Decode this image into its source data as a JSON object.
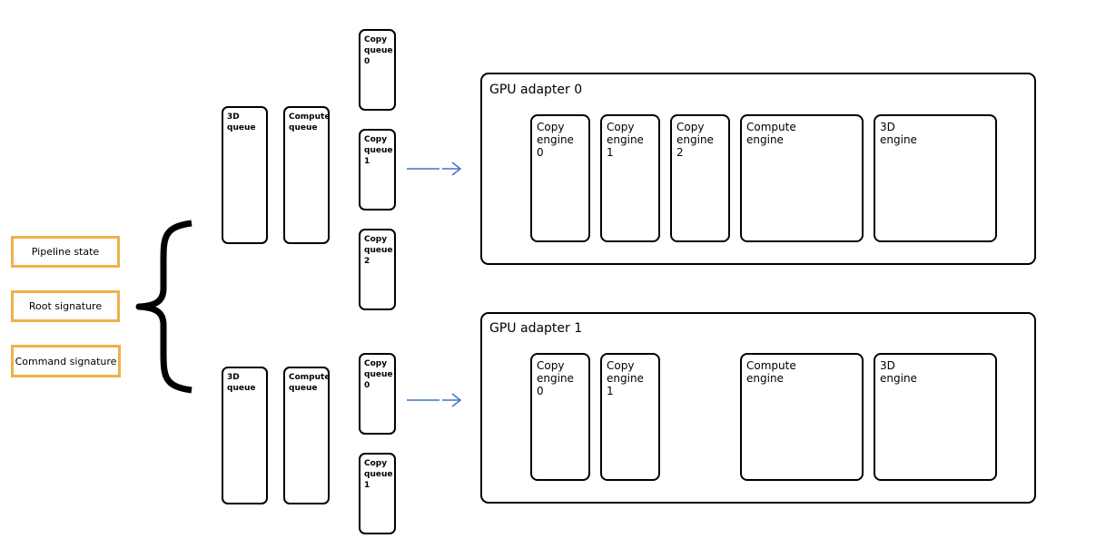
{
  "state_objects": {
    "pipeline_state": "Pipeline state",
    "root_signature": "Root signature",
    "command_signature": "Command signature"
  },
  "group0": {
    "queue_3d": "3D\nqueue",
    "queue_compute": "Compute\nqueue",
    "copy_queues": [
      "Copy\nqueue\n0",
      "Copy\nqueue\n1",
      "Copy\nqueue\n2"
    ]
  },
  "group1": {
    "queue_3d": "3D\nqueue",
    "queue_compute": "Compute\nqueue",
    "copy_queues": [
      "Copy\nqueue\n0",
      "Copy\nqueue\n1"
    ]
  },
  "adapter0": {
    "title": "GPU adapter 0",
    "engines": [
      "Copy\nengine\n0",
      "Copy\nengine\n1",
      "Copy\nengine\n2",
      "Compute\nengine",
      "3D\nengine"
    ]
  },
  "adapter1": {
    "title": "GPU adapter 1",
    "engines": [
      "Copy\nengine\n0",
      "Copy\nengine\n1",
      "Compute\nengine",
      "3D\nengine"
    ]
  },
  "colors": {
    "state_border": "#f0b04a",
    "arrow": "#4472c4",
    "stroke": "#000000"
  }
}
